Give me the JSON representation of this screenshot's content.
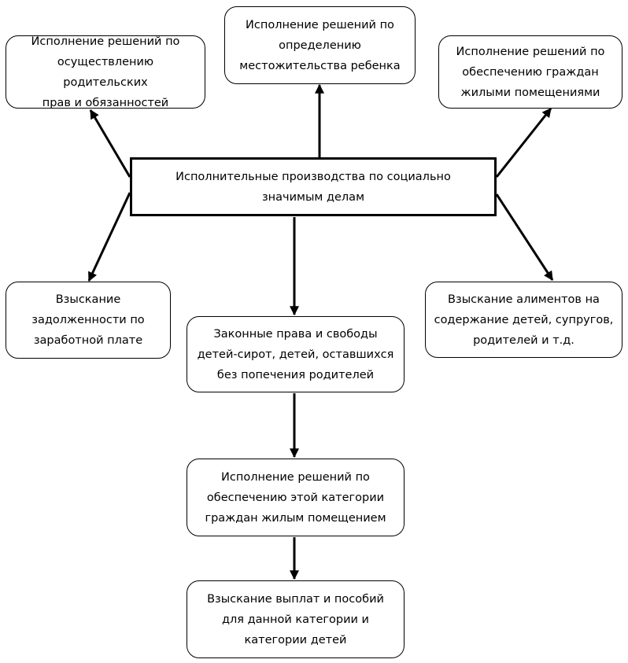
{
  "boxes": {
    "parental": {
      "line1": "Исполнение решений по",
      "line2": "осуществлению родительских",
      "line3": "прав и обязанностей"
    },
    "residence": {
      "line1": "Исполнение решений по",
      "line2": "определению",
      "line3": "местожительства ребенка"
    },
    "housing": {
      "line1": "Исполнение решений по",
      "line2": "обеспечению граждан",
      "line3": "жилыми помещениями"
    },
    "main": {
      "line1": "Исполнительные производства по социально",
      "line2": "значимым делам"
    },
    "debt": {
      "line1": "Взыскание",
      "line2": "задолженности по",
      "line3": "заработной плате"
    },
    "alimony": {
      "line1": "Взыскание алиментов на",
      "line2": "содержание детей, супругов,",
      "line3": "родителей и т.д."
    },
    "orphans": {
      "line1": "Законные права и свободы",
      "line2": "детей-сирот, детей, оставшихся",
      "line3": "без попечения родителей"
    },
    "orphan_housing": {
      "line1": "Исполнение решений по",
      "line2": "обеспечению этой категории",
      "line3": "граждан жилым помещением"
    },
    "payments": {
      "line1": "Взыскание выплат и пособий",
      "line2": "для данной категории и",
      "line3": "категории детей"
    }
  }
}
